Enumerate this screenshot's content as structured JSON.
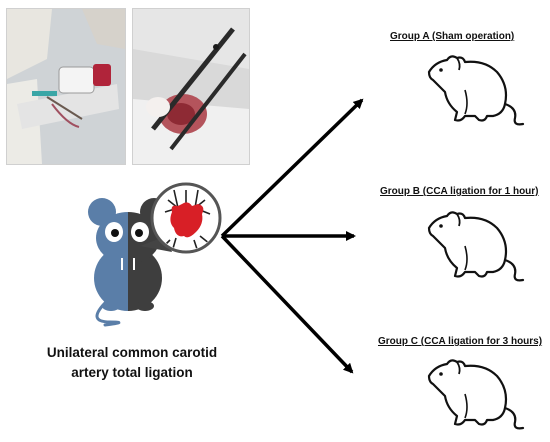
{
  "procedure": {
    "line1": "Unilateral common carotid",
    "line2": "artery total ligation"
  },
  "groups": [
    {
      "label": "Group A (Sham operation)"
    },
    {
      "label": "Group B (CCA ligation for 1 hour)"
    },
    {
      "label": "Group C (CCA ligation for 3 hours)"
    }
  ],
  "colors": {
    "mouse_light": "#5a7ea8",
    "mouse_dark": "#3e3e3e",
    "heart": "#d81f26",
    "arrow": "#000000"
  },
  "icons": [
    "surgery-photo-left",
    "surgery-photo-right",
    "mouse-icon",
    "heart-icon",
    "rat-icon"
  ]
}
